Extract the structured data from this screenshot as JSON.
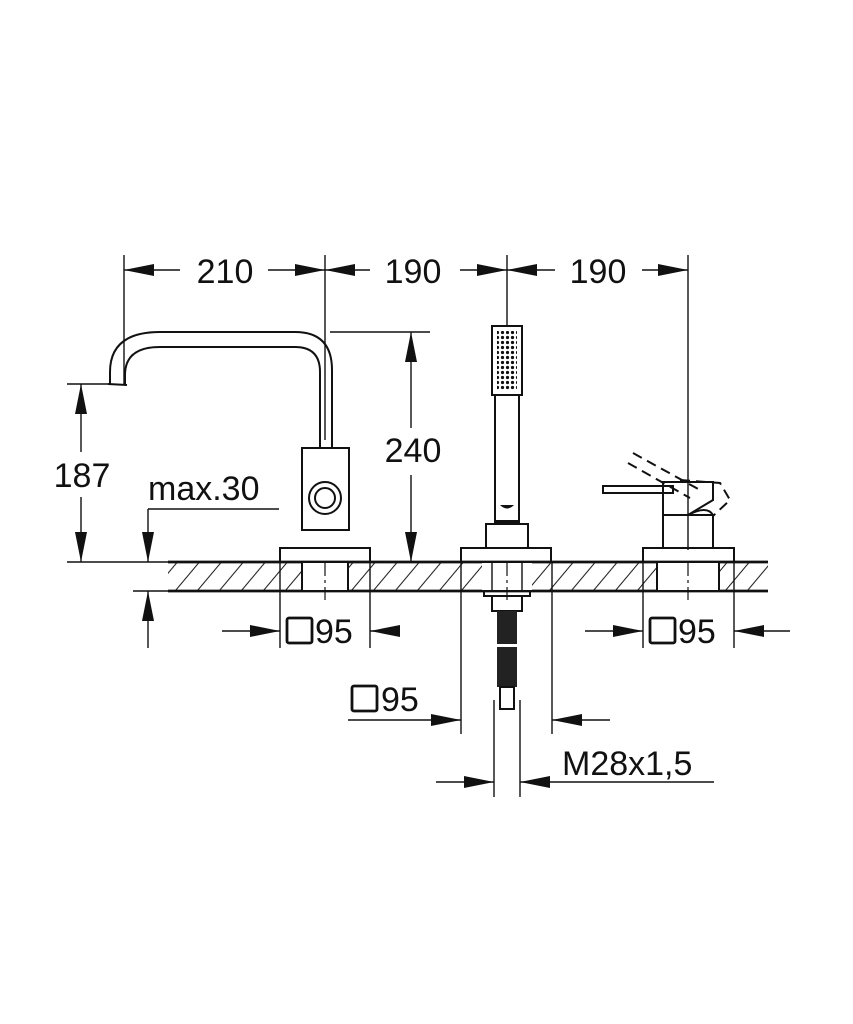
{
  "diagram": {
    "type": "technical-dimension-drawing",
    "subject": "3-hole deck-mounted bath mixer with hand shower",
    "colors": {
      "line": "#111111",
      "background": "#ffffff"
    },
    "dimensions": {
      "spacing_left": "210",
      "spacing_middle": "190",
      "spacing_right": "190",
      "spout_height": "240",
      "spout_outlet_height": "187",
      "deck_thickness": "max.30",
      "base_left": "95",
      "base_middle": "95",
      "base_right": "95",
      "thread": "M28x1,5"
    },
    "components": [
      {
        "name": "spout",
        "base": "square 95"
      },
      {
        "name": "hand-shower",
        "base": "square 95"
      },
      {
        "name": "lever-mixer",
        "base": "square 95"
      }
    ]
  }
}
